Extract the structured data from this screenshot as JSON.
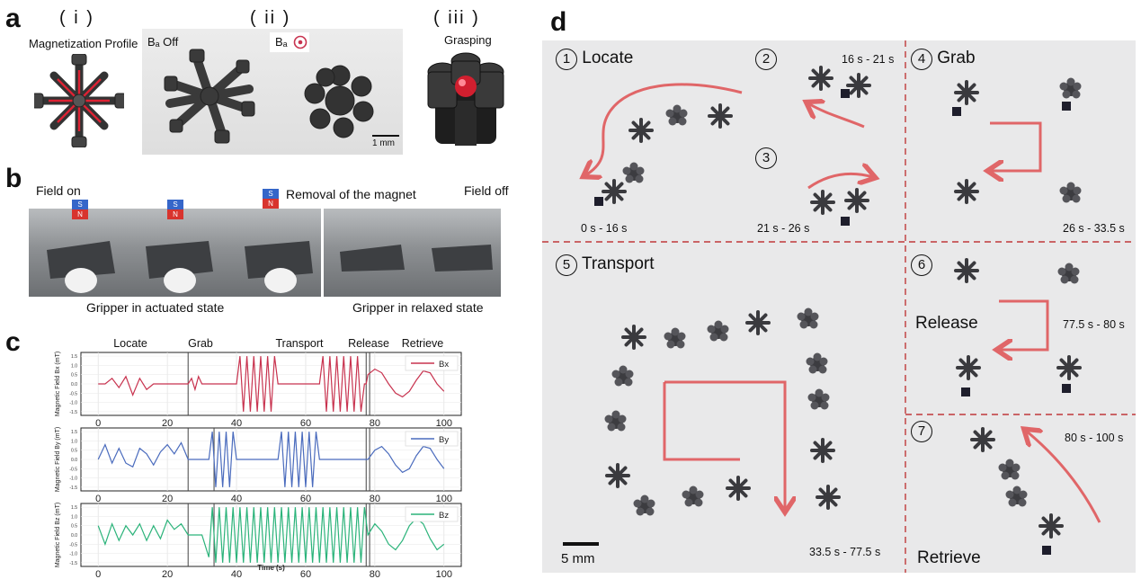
{
  "panel_labels": {
    "a": "a",
    "b": "b",
    "c": "c",
    "d": "d"
  },
  "a": {
    "i": "( i )",
    "ii": "( ii )",
    "iii": "( iii )",
    "magnetization_profile": "Magnetization Profile",
    "ba_off": "Bₐ Off",
    "ba_on": "Bₐ",
    "grasping": "Grasping",
    "scale": "1 mm"
  },
  "b": {
    "field_on": "Field on",
    "removal": "Removal of the magnet",
    "field_off": "Field off",
    "actuated": "Gripper in actuated state",
    "relaxed": "Gripper in relaxed state",
    "magnet_s": "S",
    "magnet_n": "N"
  },
  "c": {
    "phases": [
      "Locate",
      "Grab",
      "Transport",
      "Release",
      "Retrieve"
    ],
    "x_ticks": [
      "0",
      "20",
      "40",
      "60",
      "80",
      "100"
    ],
    "xlabel": "Time (s)",
    "plots": [
      {
        "ylabel": "Magnetic Field Bx (mT)",
        "legend": "Bx",
        "color": "#c8334f"
      },
      {
        "ylabel": "Magnetic Field By (mT)",
        "legend": "By",
        "color": "#4a6bbd"
      },
      {
        "ylabel": "Magnetic Field Bz (mT)",
        "legend": "Bz",
        "color": "#2bb37a"
      }
    ]
  },
  "chart_data": [
    {
      "type": "line",
      "xlabel": "Time (s)",
      "ylabel": "Magnetic Field Bx (mT)",
      "xlim": [
        -5,
        105
      ],
      "ylim": [
        -1.7,
        1.7
      ],
      "series": [
        {
          "name": "Bx",
          "color": "#c8334f",
          "x": [
            0,
            2,
            4,
            6,
            8,
            10,
            12,
            14,
            16,
            18,
            20,
            22,
            24,
            26,
            27,
            28,
            29,
            30,
            31,
            32,
            33,
            34,
            35,
            36,
            37,
            38,
            40,
            41,
            42,
            43,
            44,
            45,
            46,
            47,
            48,
            49,
            50,
            51,
            52,
            53,
            54,
            55,
            56,
            58,
            60,
            62,
            64,
            65,
            66,
            67,
            68,
            69,
            70,
            71,
            72,
            73,
            74,
            75,
            76,
            77,
            77.5,
            78,
            80,
            82,
            84,
            86,
            88,
            90,
            92,
            94,
            96,
            98,
            100
          ],
          "y": [
            0,
            0,
            0.3,
            -0.2,
            0.4,
            -0.6,
            0.3,
            -0.3,
            0,
            0,
            0,
            0,
            0,
            0,
            0.3,
            -0.3,
            0.4,
            0,
            0,
            0,
            0,
            0,
            0,
            0,
            0,
            0,
            0,
            1.5,
            -1.5,
            1.5,
            -1.5,
            1.5,
            -1.5,
            1.5,
            -1.5,
            1.5,
            -1.5,
            1.5,
            0,
            0,
            0,
            0,
            0,
            0,
            0,
            0,
            0,
            1.5,
            -1.5,
            1.5,
            -1.5,
            1.5,
            -1.5,
            1.5,
            -1.5,
            1.5,
            -1.5,
            1.5,
            -1.5,
            0,
            0,
            0.5,
            0.8,
            0.6,
            0,
            -0.5,
            -0.7,
            -0.4,
            0.2,
            0.7,
            0.6,
            0,
            -0.4
          ]
        }
      ]
    },
    {
      "type": "line",
      "xlabel": "Time (s)",
      "ylabel": "Magnetic Field By (mT)",
      "xlim": [
        -5,
        105
      ],
      "ylim": [
        -1.7,
        1.7
      ],
      "series": [
        {
          "name": "By",
          "color": "#4a6bbd",
          "x": [
            0,
            2,
            4,
            6,
            8,
            10,
            12,
            14,
            16,
            18,
            20,
            22,
            24,
            26,
            28,
            30,
            32,
            33,
            34,
            35,
            36,
            37,
            38,
            39,
            40,
            42,
            44,
            46,
            48,
            50,
            52,
            53,
            54,
            55,
            56,
            57,
            58,
            59,
            60,
            61,
            62,
            63,
            64,
            66,
            68,
            70,
            72,
            74,
            76,
            78,
            80,
            82,
            84,
            86,
            88,
            90,
            92,
            94,
            96,
            98,
            100
          ],
          "y": [
            0,
            0.8,
            -0.2,
            0.6,
            -0.2,
            -0.4,
            0.6,
            0.3,
            -0.3,
            0.4,
            0.8,
            0.3,
            0.9,
            0,
            0,
            0,
            0,
            1.5,
            -1.5,
            1.5,
            -1.5,
            1.5,
            -1.5,
            1.5,
            0,
            0,
            0,
            0,
            0,
            0,
            0,
            1.5,
            -1.5,
            1.5,
            -1.5,
            1.5,
            -1.5,
            1.5,
            -1.5,
            1.5,
            -1.5,
            1.5,
            0,
            0,
            0,
            0,
            0,
            0,
            0,
            0,
            0.5,
            0.7,
            0.3,
            -0.3,
            -0.7,
            -0.5,
            0.2,
            0.7,
            0.6,
            0,
            -0.5
          ]
        }
      ]
    },
    {
      "type": "line",
      "xlabel": "Time (s)",
      "ylabel": "Magnetic Field Bz (mT)",
      "xlim": [
        -5,
        105
      ],
      "ylim": [
        -1.7,
        1.7
      ],
      "series": [
        {
          "name": "Bz",
          "color": "#2bb37a",
          "x": [
            0,
            2,
            4,
            6,
            8,
            10,
            12,
            14,
            16,
            18,
            20,
            22,
            24,
            26,
            28,
            30,
            32,
            33,
            34,
            35,
            36,
            37,
            38,
            39,
            40,
            41,
            42,
            43,
            44,
            45,
            46,
            47,
            48,
            49,
            50,
            51,
            52,
            53,
            54,
            55,
            56,
            57,
            58,
            59,
            60,
            61,
            62,
            63,
            64,
            65,
            66,
            67,
            68,
            69,
            70,
            71,
            72,
            73,
            74,
            75,
            76,
            77,
            78,
            80,
            82,
            84,
            86,
            88,
            90,
            92,
            94,
            96,
            98,
            100
          ],
          "y": [
            0.5,
            -0.5,
            0.6,
            -0.3,
            0.5,
            0,
            0.6,
            -0.3,
            0.5,
            -0.2,
            0.8,
            0.3,
            0.6,
            0,
            0,
            0,
            -1.2,
            1.5,
            -1.5,
            1.5,
            -1.5,
            1.5,
            -1.5,
            1.5,
            -1.5,
            1.5,
            -1.5,
            1.5,
            -1.5,
            1.5,
            -1.5,
            1.5,
            -1.5,
            1.5,
            -1.5,
            1.5,
            -1.5,
            1.5,
            -1.5,
            1.5,
            -1.5,
            1.5,
            -1.5,
            1.5,
            -1.5,
            1.5,
            -1.5,
            1.5,
            -1.5,
            1.5,
            -1.5,
            1.5,
            -1.5,
            1.5,
            -1.5,
            1.5,
            -1.5,
            1.5,
            -1.5,
            1.5,
            -1.5,
            1.5,
            0,
            0.6,
            0.2,
            -0.5,
            -0.8,
            -0.3,
            0.5,
            0.9,
            0.6,
            -0.2,
            -0.8,
            -0.5
          ]
        }
      ]
    }
  ],
  "d": {
    "steps": [
      {
        "num": "1",
        "label": "Locate",
        "time": "0 s - 16 s"
      },
      {
        "num": "2",
        "label": "",
        "time": "16 s - 21 s"
      },
      {
        "num": "3",
        "label": "",
        "time": "21 s - 26 s"
      },
      {
        "num": "4",
        "label": "Grab",
        "time": "26 s - 33.5 s"
      },
      {
        "num": "5",
        "label": "Transport",
        "time": "33.5 s - 77.5 s"
      },
      {
        "num": "6",
        "label": "Release",
        "time": "77.5 s - 80 s"
      },
      {
        "num": "7",
        "label": "Retrieve",
        "time": "80 s - 100 s"
      }
    ],
    "scale": "5 mm",
    "colors": {
      "arrow": "#e0585b",
      "divider": "#c0393b"
    }
  }
}
